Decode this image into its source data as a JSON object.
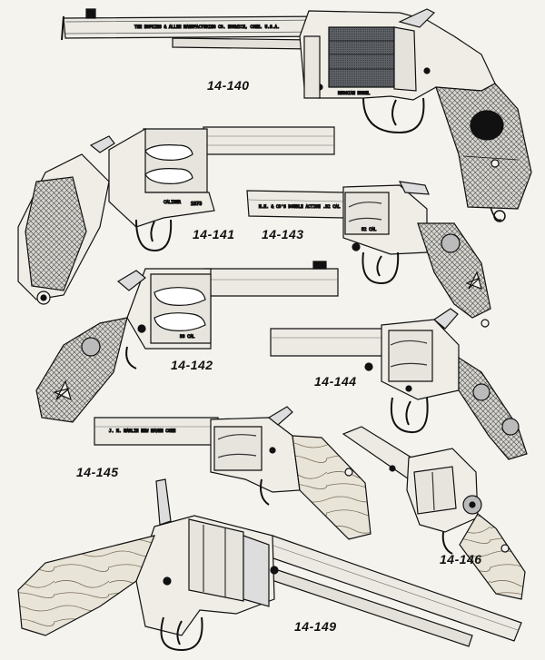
{
  "figures": [
    {
      "id": "f140",
      "label": "14-140",
      "markings": [
        "THE HOPKINS & ALLEN MANUFACTURING CO. NORWICH, CONN. U.S.A.",
        "RUSSIAN MODEL"
      ]
    },
    {
      "id": "f141",
      "label": "14-141",
      "markings": [
        "CALIBER",
        "1873"
      ]
    },
    {
      "id": "f142",
      "label": "14-142",
      "markings": [
        "38 CAL"
      ]
    },
    {
      "id": "f143",
      "label": "14-143",
      "markings": [
        "M.H. & CO'S DOUBLE ACTION .32 CAL",
        "32 CAL"
      ]
    },
    {
      "id": "f144",
      "label": "14-144",
      "markings": []
    },
    {
      "id": "f145",
      "label": "14-145",
      "markings": [
        "J. M. MARLIN NEW HAVEN CONN"
      ]
    },
    {
      "id": "f146",
      "label": "14-146",
      "markings": []
    },
    {
      "id": "f149",
      "label": "14-149",
      "markings": []
    }
  ],
  "colors": {
    "ink": "#111111",
    "paper": "#f4f3ee",
    "shade": "#6b6b6b"
  }
}
